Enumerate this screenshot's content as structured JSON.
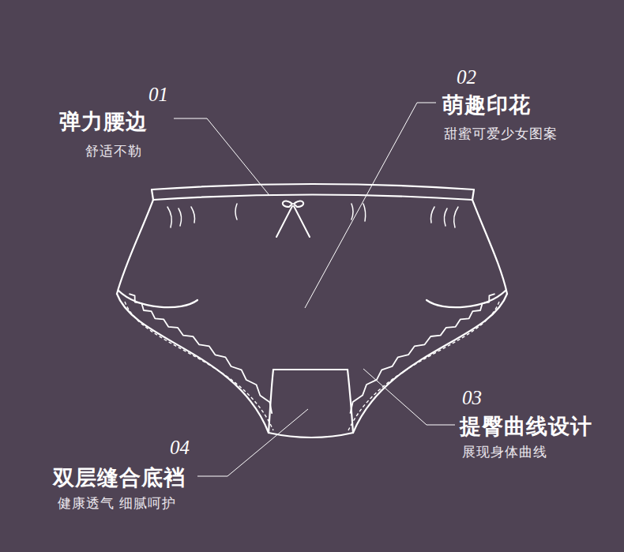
{
  "diagram": {
    "labels": [
      "01",
      "弹力腰边",
      "舒适不勒",
      "02",
      "萌趣印花",
      "甜蜜可爱少女图案",
      "03",
      "提臀曲线设计",
      "展现身体曲线",
      "04",
      "双层缝合底裆",
      "健康透气 细腻呵护"
    ]
  }
}
